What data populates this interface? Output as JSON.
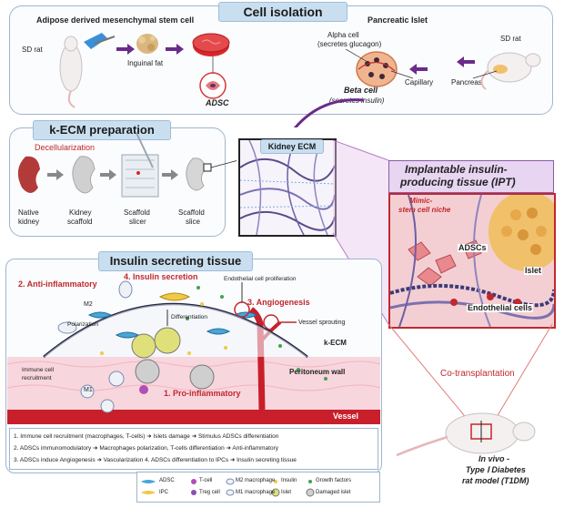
{
  "cell_isolation": {
    "header": "Cell isolation",
    "adsc_title": "Adipose derived mesenchymal stem cell",
    "sd_rat_left": "SD rat",
    "inguinal_fat": "Inguinal fat",
    "adsc": "ADSC",
    "islet_title": "Pancreatic Islet",
    "sd_rat_right": "SD rat",
    "alpha_cell": "Alpha cell",
    "alpha_desc": "(secretes glucagon)",
    "capillary": "Capillary",
    "pancreas": "Pancreas",
    "beta_cell": "Beta cell",
    "beta_desc": "(secretes insulin)"
  },
  "kecm": {
    "header": "k-ECM preparation",
    "decell": "Decellularization",
    "native1": "Native",
    "native2": "kidney",
    "kidney1": "Kidney",
    "kidney2": "scaffold",
    "slicer1": "Scaffold",
    "slicer2": "slicer",
    "slice1": "Scaffold",
    "slice2": "slice"
  },
  "kidney_ecm": "Kidney ECM",
  "ipt": {
    "title1": "Implantable insulin-",
    "title2": "producing tissue (IPT)",
    "mimic1": "Mimic-",
    "mimic2": "stem cell niche",
    "adscs": "ADSCs",
    "islet": "Islet",
    "endothelial": "Endothelial cells"
  },
  "insulin_tissue": {
    "header": "Insulin secreting tissue",
    "anti": "2. Anti-inflammatory",
    "secretion": "4. Insulin secretion",
    "endo_prolif": "Endothelial cell proliferation",
    "angio": "3. Angiogenesis",
    "vessel_sprouting": "Vessel sprouting",
    "kecm": "k-ECM",
    "m2": "M2",
    "polarization": "Polarization",
    "differentiation": "Differentiation",
    "immune1": "Immune cell",
    "immune2": "recruitment",
    "m1": "M1",
    "pro": "1. Pro-inflammatory",
    "peritoneum": "Peritoneum wall",
    "vessel": "Vessel",
    "notes": [
      "1. Immune cell recruitment (macrophages, T-cells) ➜ Islets damage ➜ Stimulus ADSCs differentiation",
      "2. ADSCs immunomodulatory ➜ Macrophages polarization, T-cells differentiation ➜ Anti-inflammatory",
      "3. ADSCs induce Angiogenesis ➜ Vascularization    4. ADSCs differentiation to IPCs ➜ Insulin secreting tissue"
    ]
  },
  "legend": {
    "adsc": "ADSC",
    "ipc": "IPC",
    "tcell": "T-cell",
    "treg": "Treg cell",
    "m2": "M2 macrophage",
    "m1": "M1 macrophage",
    "insulin": "Insulin",
    "islet": "Islet",
    "growth": "Growth factors",
    "damaged": "Damaged islet"
  },
  "cotransplant": "Co-transplantation",
  "in_vivo": {
    "l1": "In vivo -",
    "l2": "Type Ⅰ Diabetes",
    "l3": "rat model (T1DM)"
  }
}
